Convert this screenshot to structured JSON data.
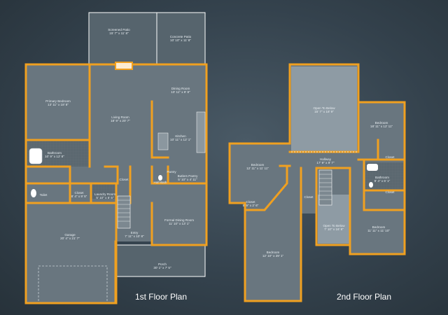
{
  "floor1": {
    "title": "1st Floor Plan",
    "rooms": [
      {
        "id": "screened-patio",
        "name": "Screened Patio",
        "dims": "15' 7\" x 11' 8\""
      },
      {
        "id": "concrete-patio",
        "name": "Concrete Patio",
        "dims": "10' 10\" x 11' 8\""
      },
      {
        "id": "primary-bedroom",
        "name": "Primary Bedroom",
        "dims": "13' 11\" x 18' 8\""
      },
      {
        "id": "living-room",
        "name": "Living Room",
        "dims": "18' 9\" x 20' 7\""
      },
      {
        "id": "dining-room",
        "name": "Dining Room",
        "dims": "10' 11\" x 9' 8\""
      },
      {
        "id": "kitchen",
        "name": "Kitchen",
        "dims": "10' 11\" x 12' 1\""
      },
      {
        "id": "bathroom",
        "name": "Bathroom",
        "dims": "10' 9\" x 12' 8\""
      },
      {
        "id": "toilet",
        "name": "Toilet",
        "dims": ""
      },
      {
        "id": "closet-primary",
        "name": "Closet",
        "dims": "8' 4\" x 9' 5\""
      },
      {
        "id": "laundry-room",
        "name": "Laundry Room",
        "dims": "5' 10\" x 5' 5\""
      },
      {
        "id": "closet-stair",
        "name": "Closet",
        "dims": ""
      },
      {
        "id": "pantry",
        "name": "Pantry",
        "dims": ""
      },
      {
        "id": "half-bath",
        "name": "Half Bath",
        "dims": ""
      },
      {
        "id": "butlers-pantry",
        "name": "Butlers Pantry",
        "dims": "5' 10\" x 4' 11\""
      },
      {
        "id": "garage",
        "name": "Garage",
        "dims": "20' 4\" x 21' 7\""
      },
      {
        "id": "formal-dining",
        "name": "Formal Dining Room",
        "dims": "11' 10\" x 13' 1\""
      },
      {
        "id": "entry",
        "name": "Entry",
        "dims": "7' 11\" x 10' 8\""
      },
      {
        "id": "porch",
        "name": "Porch",
        "dims": "30' 1\" x 7' 5\""
      }
    ]
  },
  "floor2": {
    "title": "2nd Floor Plan",
    "rooms": [
      {
        "id": "open-below-1",
        "name": "Open To Below",
        "dims": "15' 7\" x 18' 9\""
      },
      {
        "id": "bedroom-ne",
        "name": "Bedroom",
        "dims": "18' 11\" x 12' 11\""
      },
      {
        "id": "bedroom-w",
        "name": "Bedroom",
        "dims": "12' 11\" x 11' 11\""
      },
      {
        "id": "hallway",
        "name": "Hallway",
        "dims": "17' 9\" x 9' 7\""
      },
      {
        "id": "closet-w",
        "name": "Closet",
        "dims": "5' 9\" x 2' 6\""
      },
      {
        "id": "closet-ne",
        "name": "Closet",
        "dims": ""
      },
      {
        "id": "bathroom2",
        "name": "Bathroom",
        "dims": "9' 4\" x 6' 1\""
      },
      {
        "id": "closet-se",
        "name": "Closet",
        "dims": ""
      },
      {
        "id": "closet-hall",
        "name": "Closet",
        "dims": ""
      },
      {
        "id": "open-below-2",
        "name": "Open To Below",
        "dims": "7' 10\" x 16' 8\""
      },
      {
        "id": "bedroom-se",
        "name": "Bedroom",
        "dims": "11' 11\" x 11' 10\""
      },
      {
        "id": "bedroom-sw",
        "name": "Bedroom",
        "dims": "12' 10\" x 29' 1\""
      }
    ]
  },
  "colors": {
    "wall": "#f0a020",
    "floor": "#69767f",
    "open": "#8e9ba4",
    "background": "#34424d"
  }
}
